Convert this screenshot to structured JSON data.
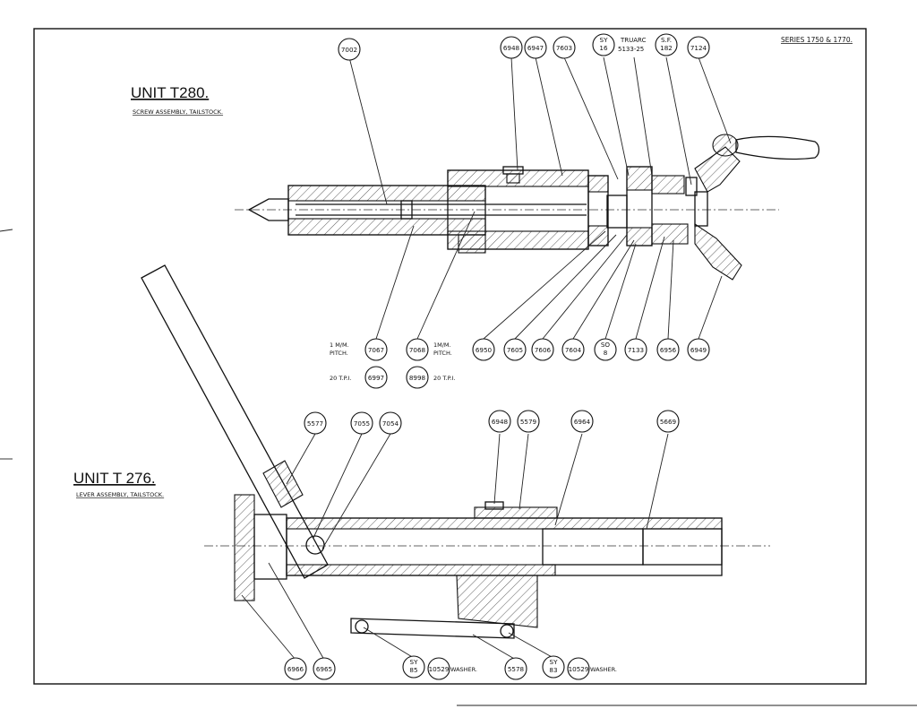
{
  "series": "SERIES 1750 & 1770.",
  "unit_t280": {
    "title": "UNIT T280.",
    "subtitle": "SCREW ASSEMBLY, TAILSTOCK.",
    "parts_top": [
      "7002",
      "6948",
      "6947",
      "7603",
      "SY|16",
      "S.F.|182",
      "7124"
    ],
    "truarc": "TRUARC",
    "truarc_num": "5133-25",
    "parts_bottom": [
      "6950",
      "7605",
      "7606",
      "7604",
      "SO|8",
      "7133",
      "6956",
      "6949"
    ],
    "pitch_left_label": "1 M/M.",
    "pitch_left_label2": "PITCH.",
    "pitch_right_label": "1M/M.",
    "pitch_right_label2": "PITCH.",
    "part_7067": "7067",
    "part_7068": "7068",
    "tpi_left": "20 T.P.I.",
    "tpi_right": "20 T.P.I.",
    "part_6997": "6997",
    "part_8998": "8998"
  },
  "unit_t276": {
    "title": "UNIT  T 276.",
    "subtitle": "LEVER ASSEMBLY, TAILSTOCK.",
    "parts_top": [
      "5577",
      "7055",
      "7054",
      "6948",
      "5579",
      "6964",
      "5669"
    ],
    "parts_bottom": [
      "6966",
      "6965",
      "SY|85",
      "10529",
      "5578",
      "SY|83",
      "10529"
    ],
    "washer_label": "WASHER."
  }
}
